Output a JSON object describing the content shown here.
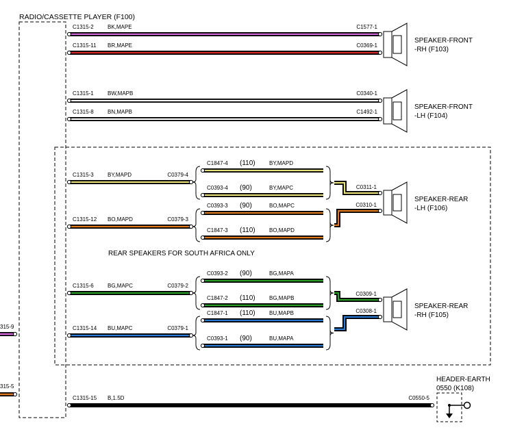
{
  "title": "RADIO/CASSETTE PLAYER (F100)",
  "colors": {
    "pink": "#d066d6",
    "red": "#d92a2a",
    "yellow": "#e8e07a",
    "orange": "#e07a1e",
    "green": "#2aa02a",
    "blue": "#2a7bd6",
    "black": "#000000",
    "white": "#ffffff"
  },
  "left_pins": [
    "315-9",
    "315-5"
  ],
  "wires": [
    {
      "id": "w1",
      "pin": "C1315-2",
      "code": "BK,MAPE",
      "end": "C1577-1",
      "stripe": "pink"
    },
    {
      "id": "w2",
      "pin": "C1315-11",
      "code": "BR,MAPE",
      "end": "C0369-1",
      "stripe": "red"
    },
    {
      "id": "w3",
      "pin": "C1315-1",
      "code": "BW,MAPB",
      "end": "C0340-1",
      "stripe": "white"
    },
    {
      "id": "w4",
      "pin": "C1315-8",
      "code": "BN,MAPB",
      "end": "C1492-1",
      "stripe": "white"
    },
    {
      "id": "w5",
      "pin": "C1315-3",
      "code": "BY,MAPD",
      "end": "C0379-4",
      "stripe": "yellow"
    },
    {
      "id": "w6",
      "pin": "C1315-12",
      "code": "BO,MAPD",
      "end": "C0379-3",
      "stripe": "orange"
    },
    {
      "id": "w7",
      "pin": "C1315-6",
      "code": "BG,MAPC",
      "end": "C0379-2",
      "stripe": "green"
    },
    {
      "id": "w8",
      "pin": "C1315-14",
      "code": "BU,MAPC",
      "end": "C0379-1",
      "stripe": "blue"
    },
    {
      "id": "w9",
      "pin": "C1315-15",
      "code": "B,1.5D",
      "end": "C0550-5",
      "stripe": "black"
    }
  ],
  "branches": [
    {
      "id": "b1",
      "conn": "C1847-4",
      "num": "(110)",
      "code": "BY,MAPD",
      "stripe": "yellow"
    },
    {
      "id": "b2",
      "conn": "C0393-4",
      "num": "(90)",
      "code": "BY,MAPC",
      "stripe": "yellow"
    },
    {
      "id": "b3",
      "conn": "C0393-3",
      "num": "(90)",
      "code": "BO,MAPC",
      "stripe": "orange"
    },
    {
      "id": "b4",
      "conn": "C1847-3",
      "num": "(110)",
      "code": "BO,MAPD",
      "stripe": "orange"
    },
    {
      "id": "b5",
      "conn": "C0393-2",
      "num": "(90)",
      "code": "BG,MAPA",
      "stripe": "green"
    },
    {
      "id": "b6",
      "conn": "C1847-2",
      "num": "(110)",
      "code": "BG,MAPB",
      "stripe": "green"
    },
    {
      "id": "b7",
      "conn": "C1847-1",
      "num": "(110)",
      "code": "BU,MAPB",
      "stripe": "blue"
    },
    {
      "id": "b8",
      "conn": "C0393-1",
      "num": "(90)",
      "code": "BU,MAPA",
      "stripe": "blue"
    }
  ],
  "rear_out": [
    {
      "id": "r1",
      "conn": "C0311-1",
      "stripe": "yellow"
    },
    {
      "id": "r2",
      "conn": "C0310-1",
      "stripe": "orange"
    },
    {
      "id": "r3",
      "conn": "C0309-1",
      "stripe": "green"
    },
    {
      "id": "r4",
      "conn": "C0308-1",
      "stripe": "blue"
    }
  ],
  "speakers": [
    {
      "id": "s1",
      "line1": "SPEAKER-FRONT",
      "line2": "-RH (F103)"
    },
    {
      "id": "s2",
      "line1": "SPEAKER-FRONT",
      "line2": "-LH (F104)"
    },
    {
      "id": "s3",
      "line1": "SPEAKER-REAR",
      "line2": "-LH (F106)"
    },
    {
      "id": "s4",
      "line1": "SPEAKER-REAR",
      "line2": "-RH (F105)"
    }
  ],
  "note": "REAR SPEAKERS FOR SOUTH AFRICA ONLY",
  "earth": {
    "line1": "HEADER-EARTH",
    "line2": "0550 (K108)"
  }
}
